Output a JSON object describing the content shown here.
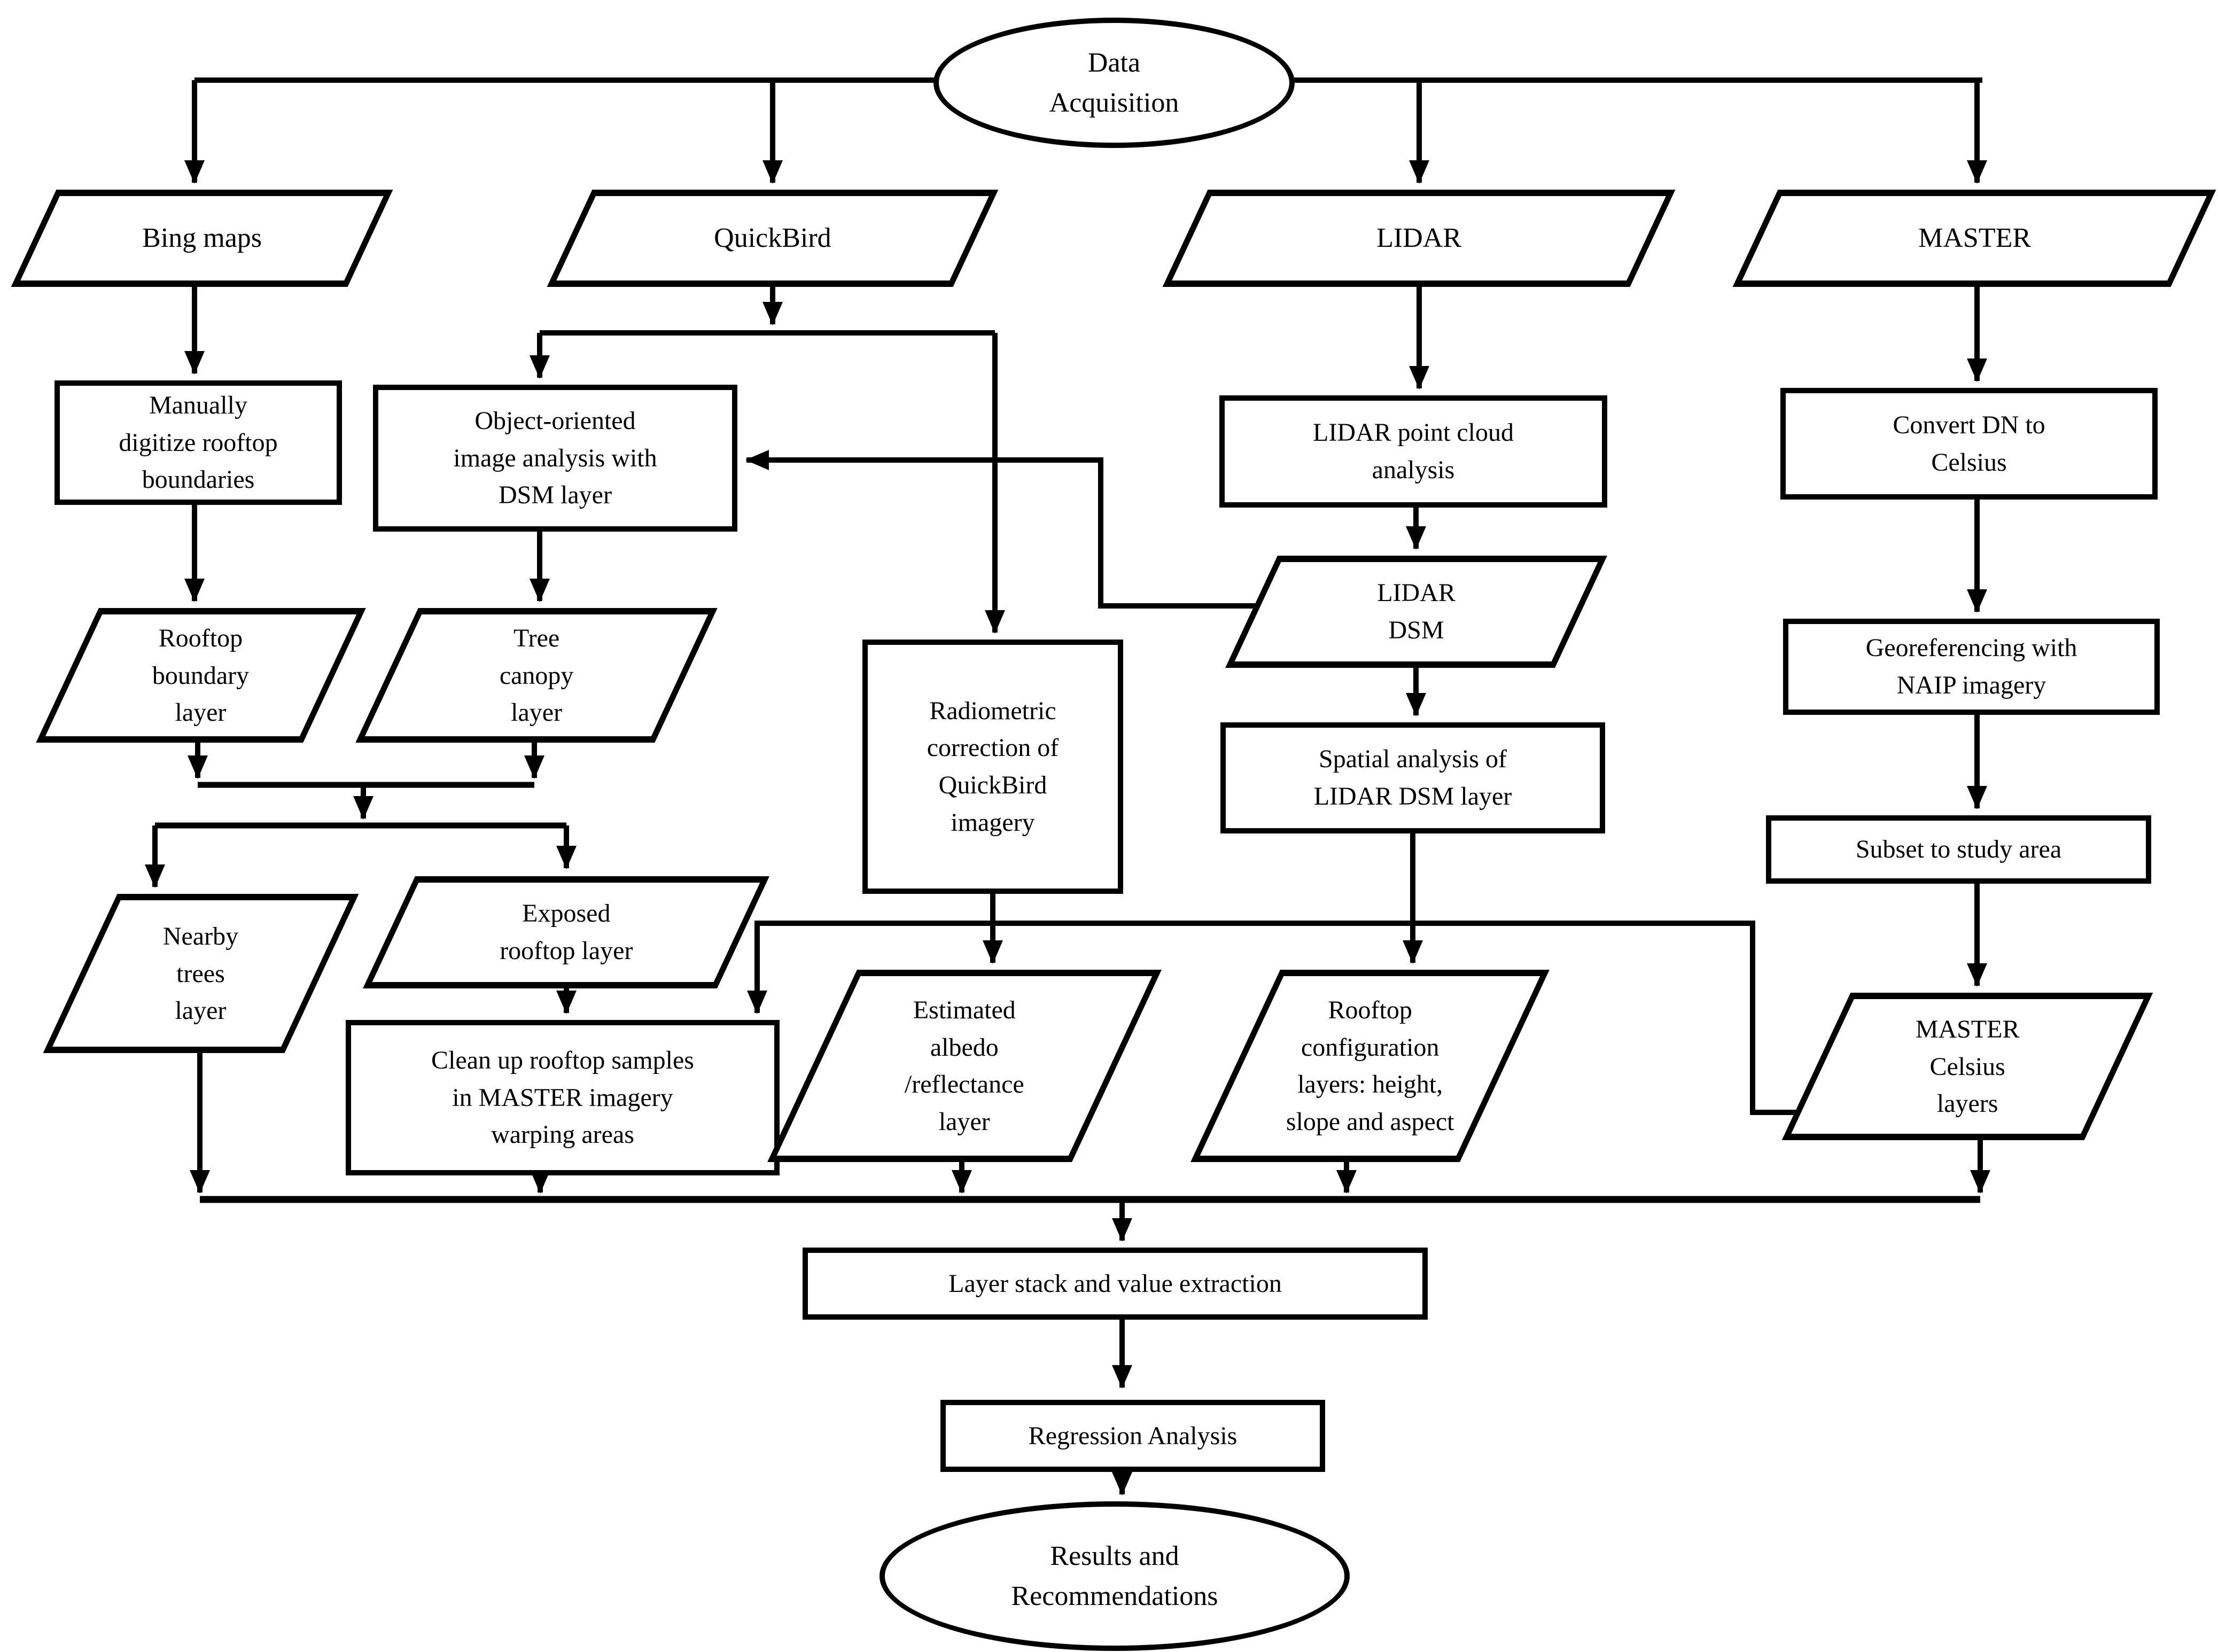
{
  "diagram": {
    "type": "flowchart",
    "background": "#ffffff",
    "line_color": "#000000",
    "text_color": "#000000"
  },
  "nodes": {
    "data_acquisition": {
      "shape": "ellipse",
      "label": "Data\nAcquisition"
    },
    "bing_maps": {
      "shape": "parallelogram",
      "label": "Bing maps"
    },
    "quickbird": {
      "shape": "parallelogram",
      "label": "QuickBird"
    },
    "lidar": {
      "shape": "parallelogram",
      "label": "LIDAR"
    },
    "master": {
      "shape": "parallelogram",
      "label": "MASTER"
    },
    "manually_digitize": {
      "shape": "rect",
      "label": "Manually\ndigitize rooftop\nboundaries"
    },
    "object_oriented": {
      "shape": "rect",
      "label": "Object-oriented\nimage analysis with\nDSM layer"
    },
    "rooftop_boundary_layer": {
      "shape": "parallelogram",
      "label": "Rooftop\nboundary\nlayer"
    },
    "tree_canopy_layer": {
      "shape": "parallelogram",
      "label": "Tree\ncanopy\nlayer"
    },
    "radiometric_correction": {
      "shape": "rect",
      "label": "Radiometric\ncorrection of\nQuickBird\nimagery"
    },
    "lidar_point_cloud": {
      "shape": "rect",
      "label": "LIDAR point cloud\nanalysis"
    },
    "lidar_dsm": {
      "shape": "parallelogram",
      "label": "LIDAR\nDSM"
    },
    "spatial_analysis": {
      "shape": "rect",
      "label": "Spatial analysis of\nLIDAR DSM layer"
    },
    "convert_dn": {
      "shape": "rect",
      "label": "Convert DN to\nCelsius"
    },
    "georeferencing": {
      "shape": "rect",
      "label": "Georeferencing with\nNAIP imagery"
    },
    "subset_study_area": {
      "shape": "rect",
      "label": "Subset to study area"
    },
    "nearby_trees_layer": {
      "shape": "parallelogram",
      "label": "Nearby\ntrees\nlayer"
    },
    "exposed_rooftop_layer": {
      "shape": "parallelogram",
      "label": "Exposed\nrooftop layer"
    },
    "clean_up_samples": {
      "shape": "rect",
      "label": "Clean up rooftop samples\nin MASTER imagery\nwarping areas"
    },
    "estimated_albedo": {
      "shape": "parallelogram",
      "label": "Estimated\nalbedo\n/reflectance\nlayer"
    },
    "rooftop_configuration": {
      "shape": "parallelogram",
      "label": "Rooftop\nconfiguration\nlayers: height,\nslope and aspect"
    },
    "master_celsius_layers": {
      "shape": "parallelogram",
      "label": "MASTER\nCelsius\nlayers"
    },
    "layer_stack": {
      "shape": "rect",
      "label": "Layer stack and value extraction"
    },
    "regression_analysis": {
      "shape": "rect",
      "label": "Regression Analysis"
    },
    "results": {
      "shape": "ellipse",
      "label": "Results and\nRecommendations"
    }
  },
  "edges": [
    {
      "from": "data_acquisition",
      "to": "bing_maps"
    },
    {
      "from": "data_acquisition",
      "to": "quickbird"
    },
    {
      "from": "data_acquisition",
      "to": "lidar"
    },
    {
      "from": "data_acquisition",
      "to": "master"
    },
    {
      "from": "bing_maps",
      "to": "manually_digitize"
    },
    {
      "from": "manually_digitize",
      "to": "rooftop_boundary_layer"
    },
    {
      "from": "quickbird",
      "to": "object_oriented"
    },
    {
      "from": "quickbird",
      "to": "radiometric_correction"
    },
    {
      "from": "lidar_dsm",
      "to": "object_oriented"
    },
    {
      "from": "object_oriented",
      "to": "tree_canopy_layer"
    },
    {
      "from": "rooftop_boundary_layer",
      "to": "nearby_trees_layer"
    },
    {
      "from": "rooftop_boundary_layer",
      "to": "exposed_rooftop_layer"
    },
    {
      "from": "tree_canopy_layer",
      "to": "nearby_trees_layer"
    },
    {
      "from": "tree_canopy_layer",
      "to": "exposed_rooftop_layer"
    },
    {
      "from": "exposed_rooftop_layer",
      "to": "clean_up_samples"
    },
    {
      "from": "master_celsius_layers",
      "to": "clean_up_samples"
    },
    {
      "from": "radiometric_correction",
      "to": "estimated_albedo"
    },
    {
      "from": "lidar",
      "to": "lidar_point_cloud"
    },
    {
      "from": "lidar_point_cloud",
      "to": "lidar_dsm"
    },
    {
      "from": "lidar_dsm",
      "to": "spatial_analysis"
    },
    {
      "from": "spatial_analysis",
      "to": "rooftop_configuration"
    },
    {
      "from": "master",
      "to": "convert_dn"
    },
    {
      "from": "convert_dn",
      "to": "georeferencing"
    },
    {
      "from": "georeferencing",
      "to": "subset_study_area"
    },
    {
      "from": "subset_study_area",
      "to": "master_celsius_layers"
    },
    {
      "from": "nearby_trees_layer",
      "to": "layer_stack"
    },
    {
      "from": "clean_up_samples",
      "to": "layer_stack"
    },
    {
      "from": "estimated_albedo",
      "to": "layer_stack"
    },
    {
      "from": "rooftop_configuration",
      "to": "layer_stack"
    },
    {
      "from": "master_celsius_layers",
      "to": "layer_stack"
    },
    {
      "from": "layer_stack",
      "to": "regression_analysis"
    },
    {
      "from": "regression_analysis",
      "to": "results"
    }
  ]
}
